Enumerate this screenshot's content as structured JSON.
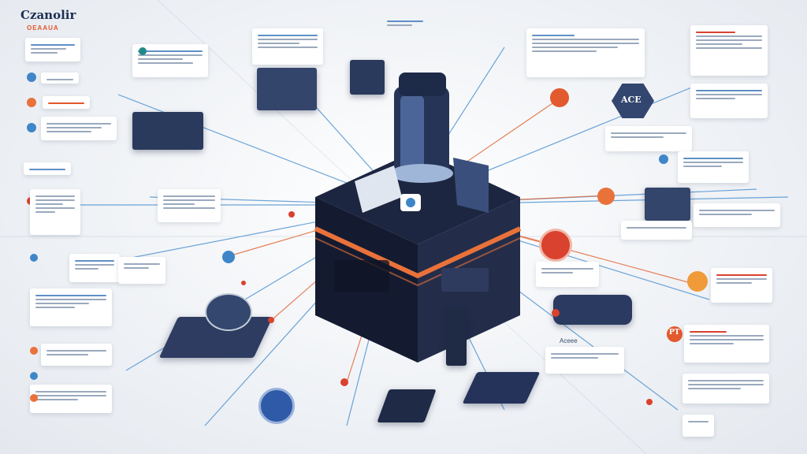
{
  "brand": {
    "name": "Czanolir",
    "sub_label": "OEAAUA"
  },
  "badges": {
    "hex_label": "ACE",
    "side_letters": "Aceee",
    "chip_left": "PT"
  },
  "colors": {
    "navy": "#1f2d4d",
    "orange": "#e9723b",
    "blue": "#3f86c9",
    "red": "#d9422e"
  }
}
